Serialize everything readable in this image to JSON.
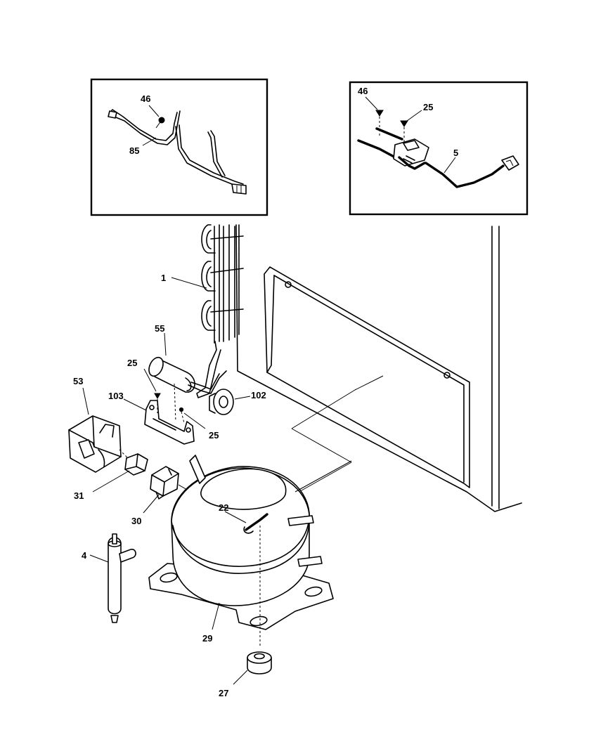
{
  "header_code": "",
  "labels": {
    "inset1_46": "46",
    "inset1_85": "85",
    "inset2_46": "46",
    "inset2_25": "25",
    "inset2_5": "5",
    "condenser": "1",
    "capacitor": "55",
    "screw_upper": "25",
    "screw_lower": "25",
    "grommet": "102",
    "bracket": "103",
    "cover": "53",
    "overload": "31",
    "relay": "30",
    "clip": "22",
    "drier": "4",
    "compressor": "29",
    "mount": "27"
  }
}
